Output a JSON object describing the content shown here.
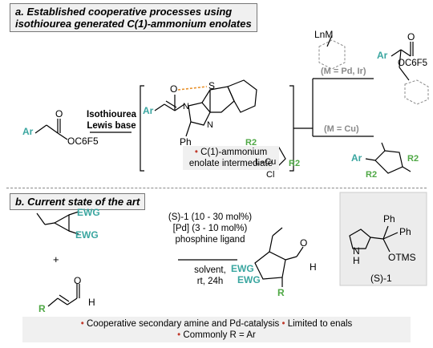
{
  "section_a": {
    "title_line1": "a. Established cooperative processes using",
    "title_line2": "isothiourea generated C(1)-ammonium enolates",
    "reagent_line1": "Isothiourea",
    "reagent_line2": "Lewis base",
    "intermediate_note_line1": "C(1)-ammonium",
    "intermediate_note_line2": "enolate intermediate",
    "metal_pd_ir": "(M = Pd, Ir)",
    "metal_cu": "(M = Cu)",
    "atoms": {
      "ar": "Ar",
      "oc6f5": "OC6F5",
      "o": "O",
      "s": "S",
      "n": "N",
      "ph": "Ph",
      "lnm": "LnM",
      "r2": "R2",
      "cl": "Cl",
      "l_cu": "L–Cu",
      "oxy": "O"
    }
  },
  "section_b": {
    "title": "b. Current state of the art",
    "conditions_line1": "(S)-1 (10 - 30 mol%)",
    "conditions_line2": "[Pd] (3 - 10 mol%)",
    "conditions_line3": "phosphine ligand",
    "conditions_line4": "solvent,",
    "conditions_line5": "rt, 24h",
    "plus": "+",
    "catalyst_label": "(S)-1",
    "atoms": {
      "ewg": "EWG",
      "r": "R",
      "h": "H",
      "o": "O",
      "nh": "N",
      "ph": "Ph",
      "otms": "OTMS"
    },
    "note_line1_a": "Cooperative secondary amine and Pd-catalysis",
    "note_line1_b": "Limited to enals",
    "note_line2": "Commonly R = Ar"
  },
  "colors": {
    "teal": "#3aa6a0",
    "green": "#4fa845",
    "red": "#c0392b",
    "orange": "#e8912b",
    "grey": "#8a8a8a"
  }
}
